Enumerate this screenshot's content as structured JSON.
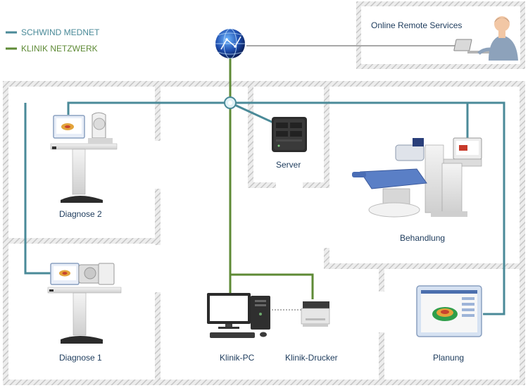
{
  "legend": {
    "mednet": {
      "label": "SCHWIND MEDNET",
      "color": "#4a8a98"
    },
    "klinik": {
      "label": "KLINIK NETZWERK",
      "color": "#5e8a35"
    }
  },
  "remote": {
    "label": "Online Remote Services"
  },
  "nodes": {
    "diagnose2": {
      "label": "Diagnose 2"
    },
    "diagnose1": {
      "label": "Diagnose 1"
    },
    "server": {
      "label": "Server"
    },
    "behandlung": {
      "label": "Behandlung"
    },
    "klinik_pc": {
      "label": "Klinik-PC"
    },
    "klinik_drucker": {
      "label": "Klinik-Drucker"
    },
    "planung": {
      "label": "Planung"
    }
  },
  "colors": {
    "mednet": "#4a8a98",
    "klinik": "#5e8a35",
    "label": "#1d3b5c",
    "wall": "#c8c8c8"
  },
  "icons": [
    "globe-icon",
    "hub-icon",
    "server-icon",
    "laser-system-icon",
    "diagnostic-device-icon",
    "pc-icon",
    "printer-icon",
    "planning-monitor-icon",
    "person-laptop-icon"
  ]
}
